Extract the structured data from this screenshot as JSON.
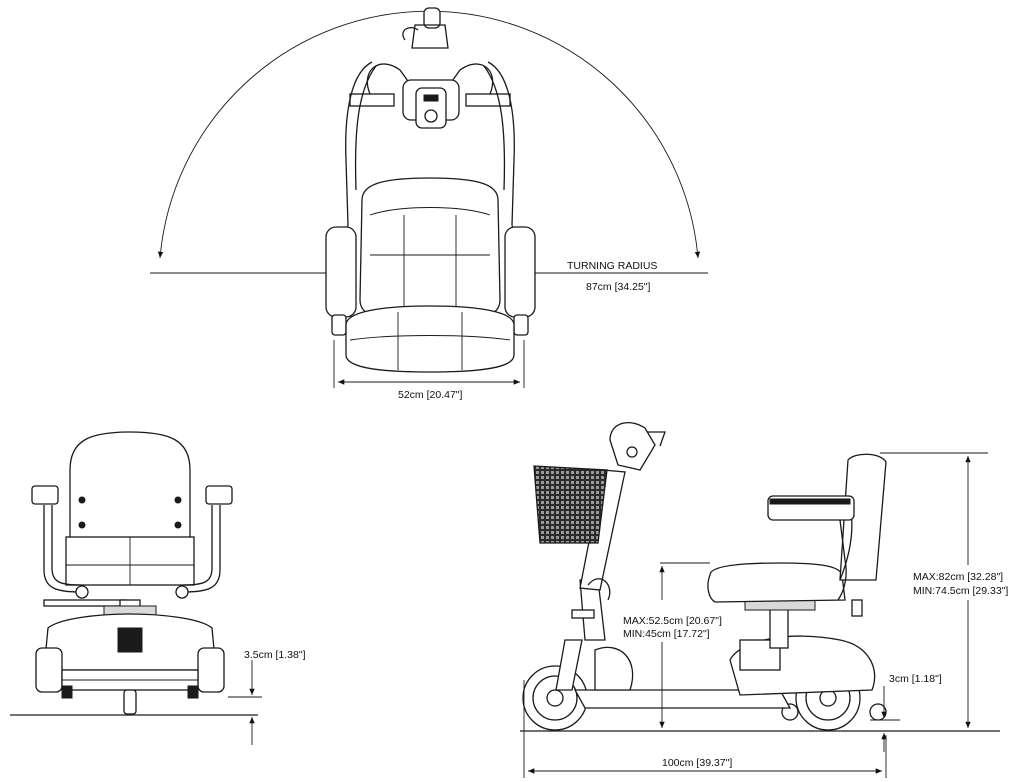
{
  "dimensions": {
    "turning_radius_label": "TURNING RADIUS",
    "turning_radius_value": "87cm [34.25\"]",
    "overall_width": "52cm [20.47\"]",
    "ground_clearance_front": "3.5cm [1.38\"]",
    "seat_height_max": "MAX:52.5cm [20.67\"]",
    "seat_height_min": "MIN:45cm [17.72\"]",
    "overall_height_max": "MAX:82cm [32.28\"]",
    "overall_height_min": "MIN:74.5cm [29.33\"]",
    "ground_clearance_side": "3cm [1.18\"]",
    "overall_length": "100cm [39.37\"]"
  }
}
